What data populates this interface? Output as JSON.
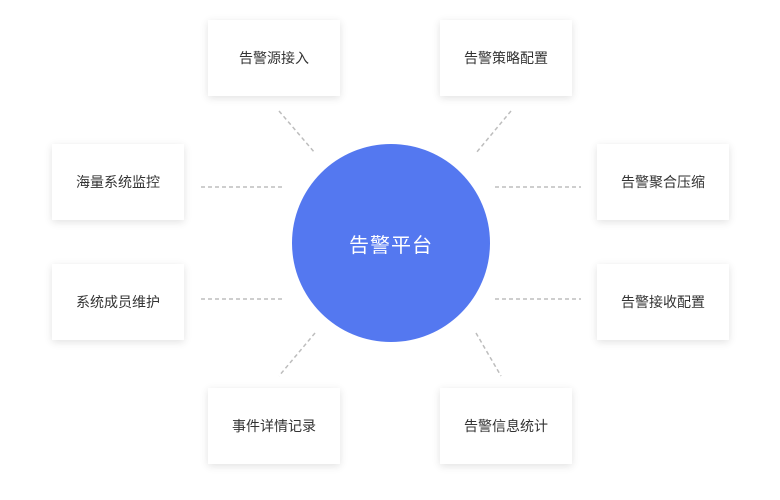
{
  "center": {
    "label": "告警平台",
    "color": "#5478f0"
  },
  "nodes": {
    "source_access": "告警源接入",
    "strategy_config": "告警策略配置",
    "system_monitor": "海量系统监控",
    "aggregate_compress": "告警聚合压缩",
    "member_maintain": "系统成员维护",
    "receive_config": "告警接收配置",
    "event_record": "事件详情记录",
    "info_stats": "告警信息统计"
  },
  "colors": {
    "connector": "#bdbdbd",
    "card_text": "#333333",
    "card_bg": "#ffffff"
  }
}
